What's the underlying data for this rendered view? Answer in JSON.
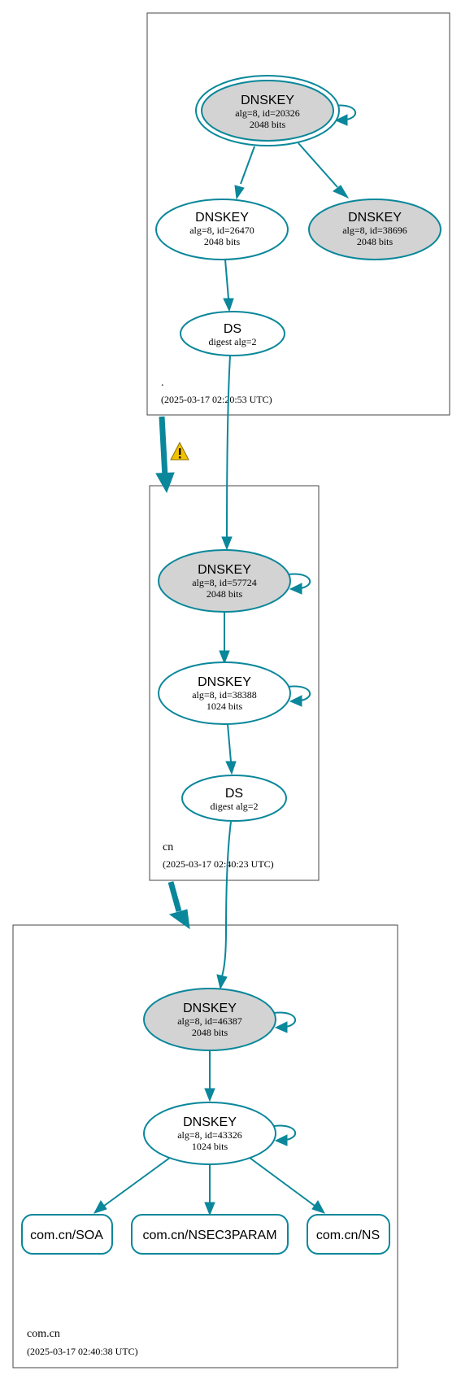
{
  "colors": {
    "edge": "#0a879a",
    "ksk_fill": "#d3d3d3",
    "node_fill": "#ffffff",
    "zone_border": "#444444",
    "warning": "#f2c200"
  },
  "zones": [
    {
      "name": ".",
      "timestamp": "(2025-03-17 02:20:53 UTC)"
    },
    {
      "name": "cn",
      "timestamp": "(2025-03-17 02:40:23 UTC)"
    },
    {
      "name": "com.cn",
      "timestamp": "(2025-03-17 02:40:38 UTC)"
    }
  ],
  "nodes": {
    "root_ksk": {
      "title": "DNSKEY",
      "line1": "alg=8, id=20326",
      "line2": "2048 bits"
    },
    "root_zsk": {
      "title": "DNSKEY",
      "line1": "alg=8, id=26470",
      "line2": "2048 bits"
    },
    "root_key3": {
      "title": "DNSKEY",
      "line1": "alg=8, id=38696",
      "line2": "2048 bits"
    },
    "root_ds": {
      "title": "DS",
      "line1": "digest alg=2"
    },
    "cn_ksk": {
      "title": "DNSKEY",
      "line1": "alg=8, id=57724",
      "line2": "2048 bits"
    },
    "cn_zsk": {
      "title": "DNSKEY",
      "line1": "alg=8, id=38388",
      "line2": "1024 bits"
    },
    "cn_ds": {
      "title": "DS",
      "line1": "digest alg=2"
    },
    "comcn_ksk": {
      "title": "DNSKEY",
      "line1": "alg=8, id=46387",
      "line2": "2048 bits"
    },
    "comcn_zsk": {
      "title": "DNSKEY",
      "line1": "alg=8, id=43326",
      "line2": "1024 bits"
    }
  },
  "records": [
    {
      "label": "com.cn/SOA"
    },
    {
      "label": "com.cn/NSEC3PARAM"
    },
    {
      "label": "com.cn/NS"
    }
  ],
  "warning_icon": "warning-triangle-icon"
}
